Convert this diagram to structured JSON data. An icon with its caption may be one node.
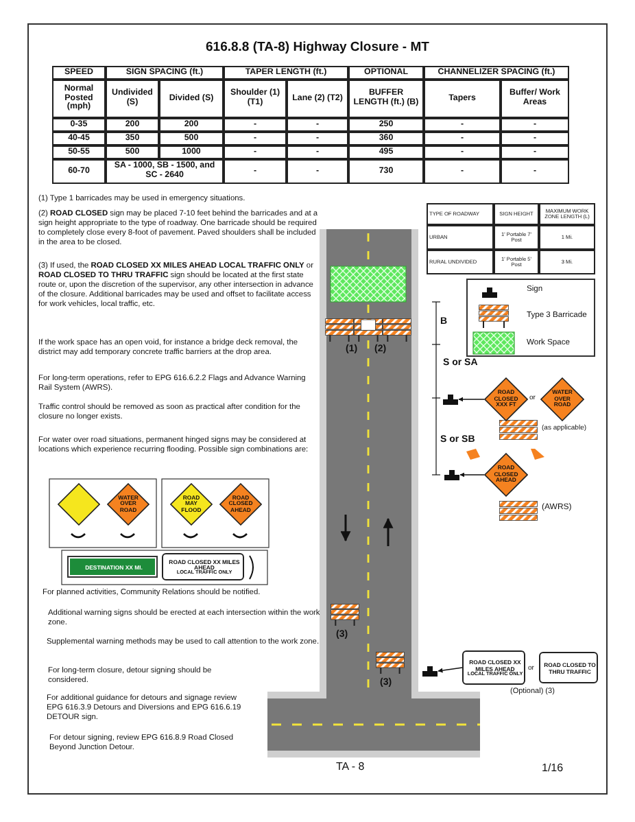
{
  "diagram": {
    "title": "616.8.8 (TA-8) Highway Closure - MT",
    "nodes": [
      {
        "text": [],
        "shape": "sign"
      },
      {
        "text": [
          "ROAD CLOSED XXX FT"
        ]
      },
      {
        "text": [
          "WATER OVER ROAD"
        ]
      },
      {
        "text": [],
        "shape": "sign"
      },
      {
        "text": [
          "ROAD CLOSED AHEAD"
        ]
      },
      {
        "text": [],
        "shape": "sign"
      },
      {
        "text": [
          "ROAD CLOSED XX MILES AHEAD",
          "LOCAL TRAFFIC ONLY"
        ]
      },
      {
        "text": [
          "ROAD CLOSED TO THRU TRAFFIC"
        ]
      },
      {
        "text": [],
        "shape": "diamond"
      },
      {
        "text": [
          "WATER OVER ROAD"
        ]
      },
      {
        "text": [
          "ROAD MAY FLOOD"
        ]
      },
      {
        "text": [
          "ROAD CLOSED AHEAD"
        ]
      },
      {
        "text": [
          "DESTINATION XX MI."
        ]
      },
      {
        "text": [
          "ROAD CLOSED XX MILES AHEAD",
          "LOCAL TRAFFIC ONLY"
        ]
      }
    ],
    "edges": [
      {
        "from": 1,
        "to": 0,
        "arrow": "to"
      },
      {
        "from": 4,
        "to": 3,
        "arrow": "to"
      },
      {
        "from": 6,
        "to": 5,
        "arrow": "to"
      }
    ],
    "labels": [
      "SPEED",
      "SIGN SPACING (ft.)",
      "TAPER LENGTH (ft.)",
      "OPTIONAL",
      "CHANNELIZER SPACING (ft.)",
      "Normal Posted (mph)",
      "Undivided (S)",
      "Divided (S)",
      "Shoulder (1) (T1)",
      "Lane (2) (T2)",
      "BUFFER LENGTH (ft.) (B)",
      "Tapers",
      "Buffer/ Work Areas",
      "0-35",
      "200",
      "200",
      "-",
      "-",
      "250",
      "-",
      "-",
      "40-45",
      "350",
      "500",
      "-",
      "-",
      "360",
      "-",
      "-",
      "50-55",
      "500",
      "1000",
      "-",
      "-",
      "495",
      "-",
      "-",
      "60-70",
      "SA - 1000, SB - 1500, and SC - 2640",
      "-",
      "-",
      "730",
      "-",
      "-",
      "(1) Type 1 barricades may be used in emergency situations.",
      "(2) **ROAD CLOSED** sign may be placed 7-10 feet behind the barricades and at a sign height appropriate to the type of roadway. One barricade should be required to completely close every 8-foot of pavement. Paved shoulders shall be included in the area to be closed.",
      "(3) If used, the **ROAD CLOSED XX MILES AHEAD LOCAL TRAFFIC ONLY** or **ROAD CLOSED TO THRU TRAFFIC** sign should be located at the first state route or, upon the discretion of the supervisor, any other intersection in advance of the closure. Additional barricades may be used and offset to facilitate access for work vehicles, local traffic, etc.",
      "If the work space has an open void, for instance a bridge deck removal, the district may add temporary concrete traffic barriers at the drop area.",
      "For long-term operations, refer to EPG 616.6.2.2 Flags and Advance Warning Rail System (AWRS).",
      "Traffic control should be removed as soon as practical after condition for the closure no longer exists.",
      "For water over road situations, permanent hinged signs may be considered at locations which experience recurring flooding. Possible sign combinations are:",
      "For planned activities, Community Relations should be notified.",
      "Additional warning signs should be erected at each intersection within the work zone.",
      "Supplemental warning methods may be used to call attention to the work zone.",
      "For long-term closure, detour signing should be considered.",
      "For additional guidance for detours and signage review EPG 616.3.9 Detours and Diversions and EPG 616.6.19 DETOUR sign.",
      "For detour signing, review EPG 616.8.9 Road Closed Beyond Junction Detour.",
      "TYPE OF ROADWAY",
      "SIGN HEIGHT",
      "MAXIMUM WORK ZONE LENGTH (L)",
      "URBAN",
      "1' Portable 7' Post",
      "1 Mi.",
      "RURAL UNDIVIDED",
      "1' Portable 5' Post",
      "3 Mi.",
      "(1)",
      "(2)",
      "B",
      "S or SA",
      "or",
      "(as applicable)",
      "S or SB",
      "(AWRS)",
      "(3)",
      "(3)",
      "or",
      "(Optional) (3)",
      "TA - 8",
      "1/16"
    ],
    "legend": [
      {
        "text": "Sign"
      },
      {
        "text": "Type 3 Barricade"
      },
      {
        "text": "Work Space"
      }
    ]
  }
}
